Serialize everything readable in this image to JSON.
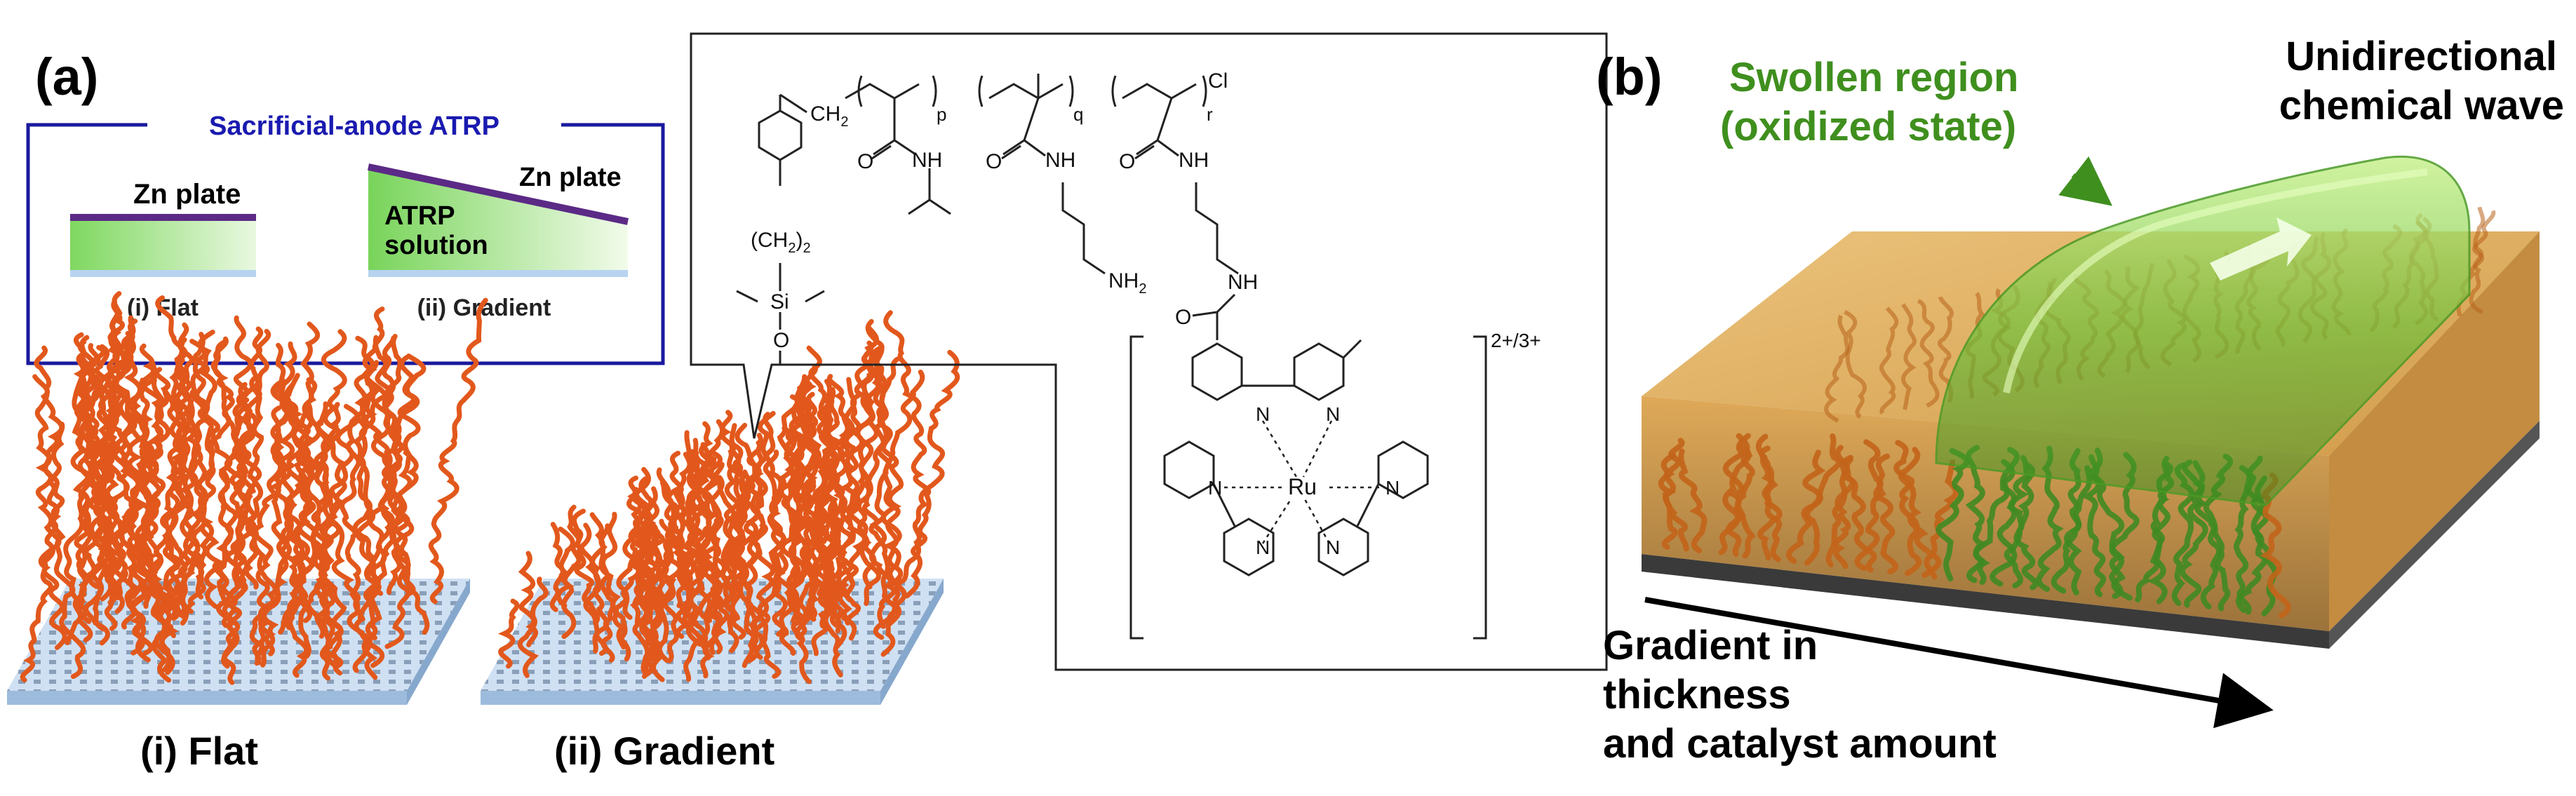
{
  "panel_a": {
    "label": "(a)",
    "inset": {
      "title": "Sacrificial-anode ATRP",
      "flat": {
        "plate_label": "Zn plate",
        "caption": "(i) Flat"
      },
      "gradient": {
        "plate_label": "Zn plate",
        "solution_line1": "ATRP",
        "solution_line2": "solution",
        "caption": "(ii) Gradient"
      }
    },
    "brush_flat_caption": "(i) Flat",
    "brush_gradient_caption": "(ii) Gradient",
    "structure": {
      "ch2": "CH",
      "ch2_sub": "2",
      "chain_ch2": "(CH",
      "chain_ch2_sub": "2",
      "chain_close": ")",
      "chain_sub": "2",
      "si": "Si",
      "o": "O",
      "p": "p",
      "q": "q",
      "r": "r",
      "cl": "Cl",
      "nh_1": "NH",
      "nh_2": "NH",
      "nh_3": "NH",
      "nh_4": "NH",
      "nh2": "NH",
      "nh2_sub": "2",
      "o_1": "O",
      "o_2": "O",
      "o_3": "O",
      "o_4": "O",
      "charge": "2+/3+",
      "ru": "Ru",
      "n": "N"
    }
  },
  "panel_b": {
    "label": "(b)",
    "swollen_line1": "Swollen region",
    "swollen_line2": "(oxidized state)",
    "wave_line1": "Unidirectional",
    "wave_line2": "chemical wave",
    "gradient_line1": "Gradient in",
    "gradient_line2": "thickness",
    "gradient_line3": "and catalyst amount"
  },
  "colors": {
    "brush_orange": "#e2581c",
    "substrate_blue": "#b7d3ef",
    "inset_border": "#1a1a9e",
    "title_blue": "#1a1ab0",
    "zn_purple": "#5b2a86",
    "solution_green": "#8fe070",
    "swollen_green": "#3f8f1e",
    "gel_orange": "#d9962f"
  }
}
